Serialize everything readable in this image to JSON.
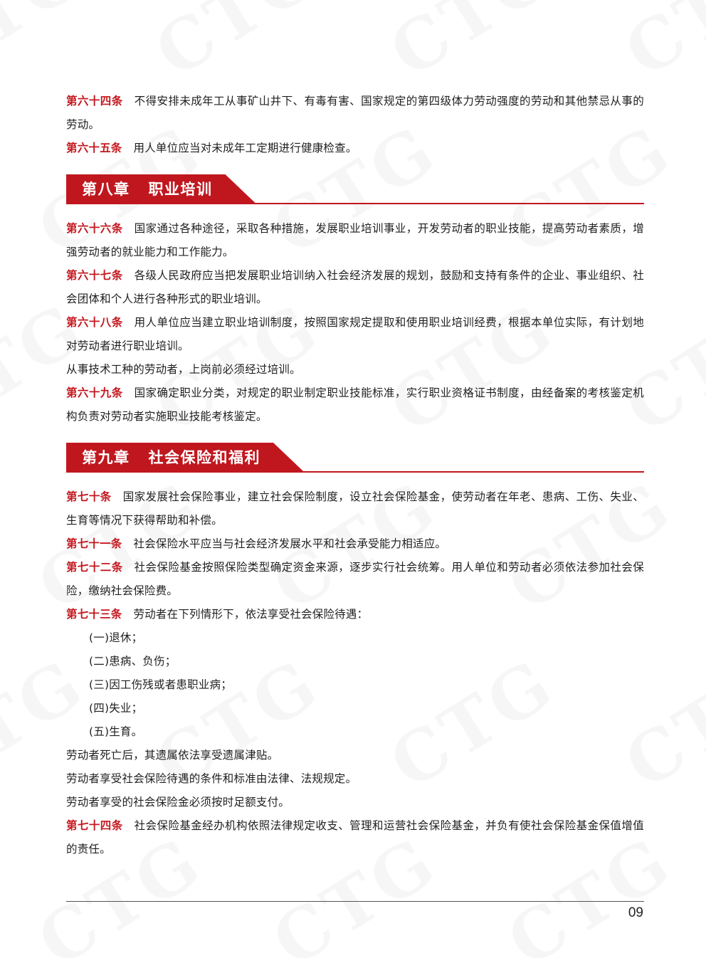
{
  "watermark_text": "CTG",
  "blocks": [
    {
      "type": "article",
      "label": "第六十四条",
      "text": "不得安排未成年工从事矿山井下、有毒有害、国家规定的第四级体力劳动强度的劳动和其他禁忌从事的劳动。"
    },
    {
      "type": "article",
      "label": "第六十五条",
      "text": "用人单位应当对未成年工定期进行健康检查。"
    },
    {
      "type": "chapter",
      "number": "第八章",
      "title": "职业培训"
    },
    {
      "type": "article",
      "label": "第六十六条",
      "text": "国家通过各种途径，采取各种措施，发展职业培训事业，开发劳动者的职业技能，提高劳动者素质，增强劳动者的就业能力和工作能力。"
    },
    {
      "type": "article",
      "label": "第六十七条",
      "text": "各级人民政府应当把发展职业培训纳入社会经济发展的规划，鼓励和支持有条件的企业、事业组织、社会团体和个人进行各种形式的职业培训。"
    },
    {
      "type": "article",
      "label": "第六十八条",
      "text": "用人单位应当建立职业培训制度，按照国家规定提取和使用职业培训经费，根据本单位实际，有计划地对劳动者进行职业培训。"
    },
    {
      "type": "para",
      "text": "从事技术工种的劳动者，上岗前必须经过培训。"
    },
    {
      "type": "article",
      "label": "第六十九条",
      "text": "国家确定职业分类，对规定的职业制定职业技能标准，实行职业资格证书制度，由经备案的考核鉴定机构负责对劳动者实施职业技能考核鉴定。"
    },
    {
      "type": "chapter",
      "number": "第九章",
      "title": "社会保险和福利"
    },
    {
      "type": "article",
      "label": "第七十条",
      "text": "国家发展社会保险事业，建立社会保险制度，设立社会保险基金，使劳动者在年老、患病、工伤、失业、生育等情况下获得帮助和补偿。"
    },
    {
      "type": "article",
      "label": "第七十一条",
      "text": "社会保险水平应当与社会经济发展水平和社会承受能力相适应。"
    },
    {
      "type": "article",
      "label": "第七十二条",
      "text": "社会保险基金按照保险类型确定资金来源，逐步实行社会统筹。用人单位和劳动者必须依法参加社会保险，缴纳社会保险费。"
    },
    {
      "type": "article",
      "label": "第七十三条",
      "text": "劳动者在下列情形下，依法享受社会保险待遇："
    },
    {
      "type": "item",
      "text": "(一)退休；"
    },
    {
      "type": "item",
      "text": "(二)患病、负伤；"
    },
    {
      "type": "item",
      "text": "(三)因工伤残或者患职业病；"
    },
    {
      "type": "item",
      "text": "(四)失业；"
    },
    {
      "type": "item",
      "text": "(五)生育。"
    },
    {
      "type": "para",
      "text": "劳动者死亡后，其遗属依法享受遗属津贴。"
    },
    {
      "type": "para",
      "text": "劳动者享受社会保险待遇的条件和标准由法律、法规规定。"
    },
    {
      "type": "para",
      "text": "劳动者享受的社会保险金必须按时足额支付。"
    },
    {
      "type": "article",
      "label": "第七十四条",
      "text": "社会保险基金经办机构依照法律规定收支、管理和运营社会保险基金，并负有使社会保险基金保值增值的责任。"
    }
  ],
  "footer": {
    "page_number": "09"
  },
  "colors": {
    "accent": "#c0171f",
    "text": "#1f1f1f"
  }
}
